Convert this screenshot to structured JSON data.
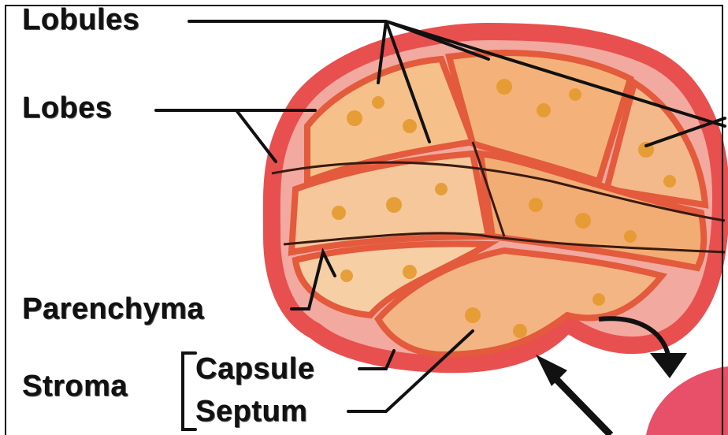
{
  "labels": {
    "lobules": "Lobules",
    "lobes": "Lobes",
    "parenchyma": "Parenchyma",
    "stroma": "Stroma",
    "capsule": "Capsule",
    "septum": "Septum"
  },
  "colors": {
    "capsule": "#e8504f",
    "tissue": "#f07a4a",
    "cells": "#e9a13a",
    "leader": "#111111",
    "background": "#ffffff"
  }
}
